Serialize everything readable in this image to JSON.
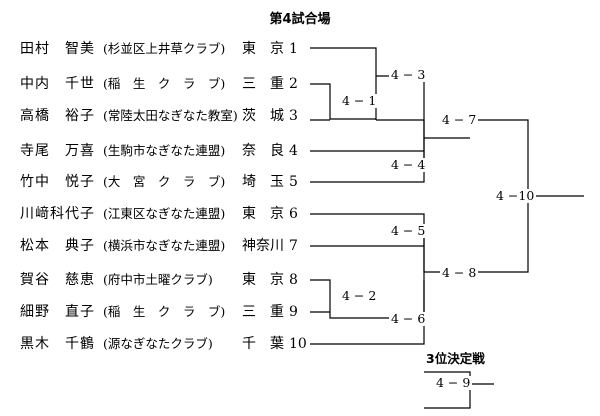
{
  "title": "第4試合場",
  "players": [
    {
      "name": "田村　智美",
      "club": "(杉並区上井草クラブ)",
      "pref": "東　京",
      "seed": "1"
    },
    {
      "name": "中内　千世",
      "club": "(稲　生　ク　ラ　ブ)",
      "pref": "三　重",
      "seed": "2"
    },
    {
      "name": "高橋　裕子",
      "club": "(常陸太田なぎなた教室)",
      "pref": "茨　城",
      "seed": "3"
    },
    {
      "name": "寺尾　万喜",
      "club": "(生駒市なぎなた連盟)",
      "pref": "奈　良",
      "seed": "4"
    },
    {
      "name": "竹中　悦子",
      "club": "(大　宮　ク　ラ　ブ)",
      "pref": "埼　玉",
      "seed": "5"
    },
    {
      "name": "川﨑科代子",
      "club": "(江東区なぎなた連盟)",
      "pref": "東　京",
      "seed": "6"
    },
    {
      "name": "松本　典子",
      "club": "(横浜市なぎなた連盟)",
      "pref": "神奈川",
      "seed": "7"
    },
    {
      "name": "賀谷　慈恵",
      "club": "(府中市土曜クラブ)",
      "pref": "東　京",
      "seed": "8"
    },
    {
      "name": "細野　直子",
      "club": "(稲　生　ク　ラ　ブ)",
      "pref": "三　重",
      "seed": "9"
    },
    {
      "name": "黒木　千鶴",
      "club": "(源なぎなたクラブ)",
      "pref": "千　葉",
      "seed": "10"
    }
  ],
  "matches": {
    "m1": "4 − 1",
    "m2": "4 − 2",
    "m3": "4 − 3",
    "m4": "4 − 4",
    "m5": "4 − 5",
    "m6": "4 − 6",
    "m7": "4 − 7",
    "m8": "4 − 8",
    "m9": "4 − 9",
    "m10": "4 −10"
  },
  "third_place": {
    "title": "3位決定戦"
  }
}
